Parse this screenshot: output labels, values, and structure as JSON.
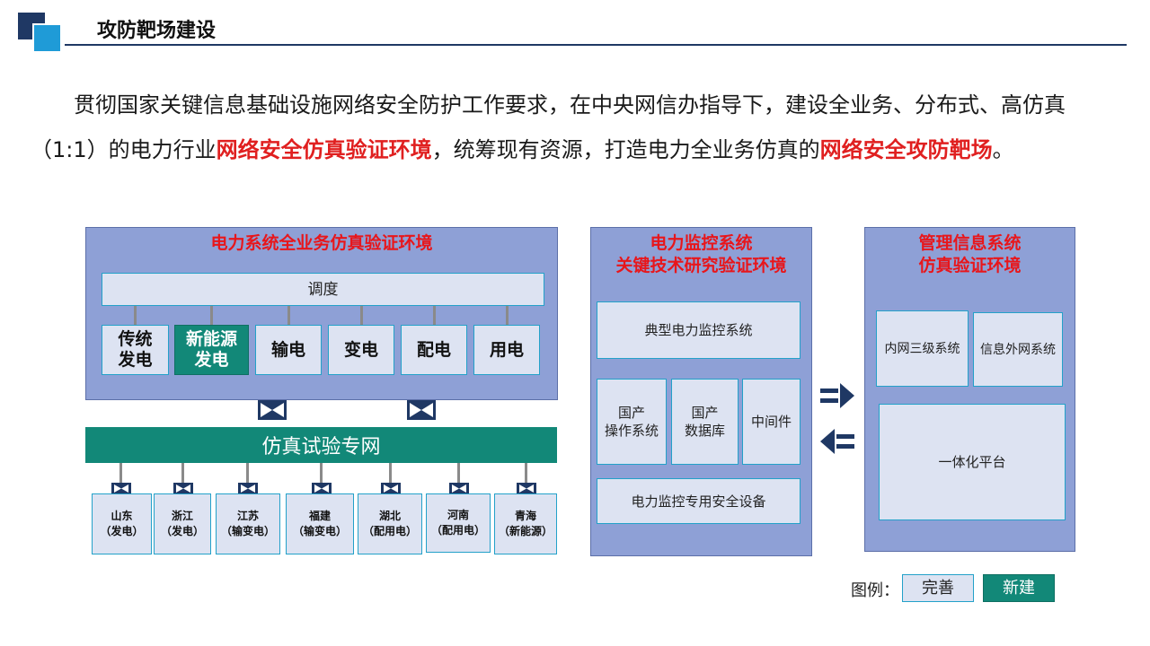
{
  "header": {
    "title": "攻防靶场建设"
  },
  "intro": {
    "p1": "贯彻国家关键信息基础设施网络安全防护工作要求，在中央网信办指导下，建设全业务、分布式、高仿真（1:1）的电力行业",
    "h1": "网络安全仿真验证环境",
    "p2": "，统筹现有资源，打造电力全业务仿真的",
    "h2": "网络安全攻防靶场",
    "p3": "。"
  },
  "left_panel": {
    "title": "电力系统全业务仿真验证环境",
    "dispatch": "调度",
    "modules": [
      "传统\n发电",
      "新能源\n发电",
      "输电",
      "变电",
      "配电",
      "用电"
    ],
    "network": "仿真试验专网",
    "provinces": [
      "山东\n（发电）",
      "浙江\n（发电）",
      "江苏\n（输变电）",
      "福建\n（输变电）",
      "湖北\n（配用电）",
      "河南\n（配用电）",
      "青海\n（新能源）"
    ]
  },
  "mid_panel": {
    "title": "电力监控系统\n关键技术研究验证环境",
    "typical": "典型电力监控系统",
    "os": "国产\n操作系统",
    "db": "国产\n数据库",
    "middleware": "中间件",
    "security": "电力监控专用安全设备"
  },
  "right_panel": {
    "title": "管理信息系统\n仿真验证环境",
    "intranet": "内网三级系统",
    "extranet": "信息外网系统",
    "platform": "一体化平台"
  },
  "legend": {
    "label": "图例：",
    "existing": "完善",
    "new": "新建"
  },
  "colors": {
    "accent_red": "#e8161b",
    "panel_blue": "#8ea0d6",
    "teal": "#128878",
    "box": "#dde3f2",
    "navy": "#1f3864"
  }
}
